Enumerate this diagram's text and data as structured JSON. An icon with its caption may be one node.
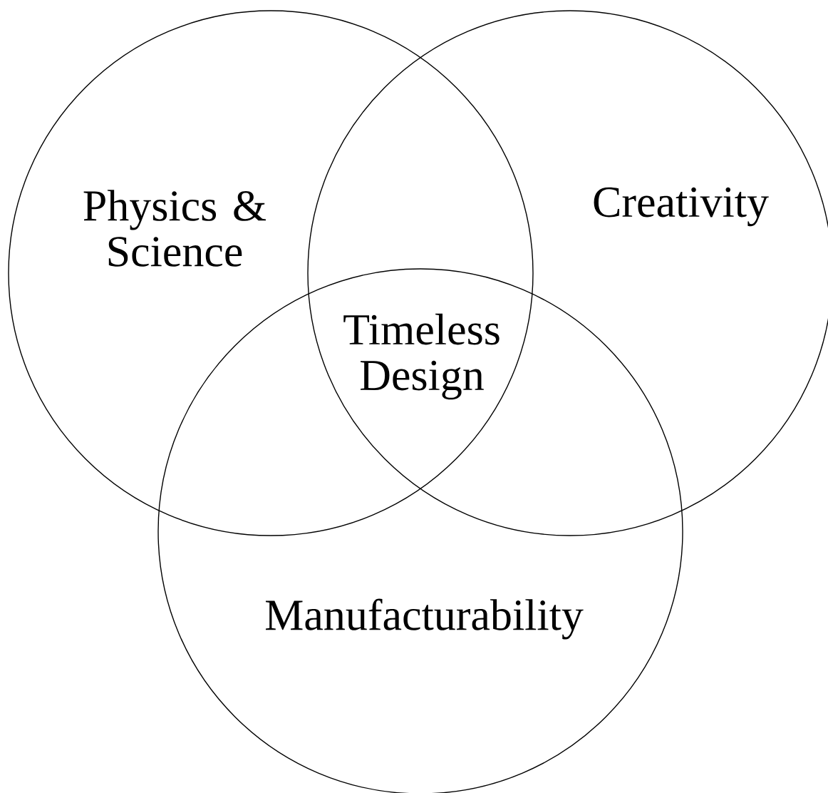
{
  "diagram": {
    "nodes": [
      {
        "text": [
          "Physics & Science"
        ]
      },
      {
        "text": [
          "Creativity"
        ]
      },
      {
        "text": [
          "Manufacturability"
        ]
      }
    ],
    "labels": [
      "Timeless Design"
    ]
  }
}
